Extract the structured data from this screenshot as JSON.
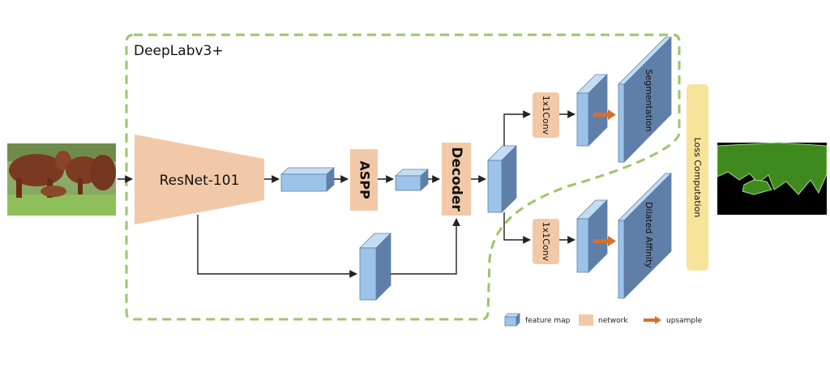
{
  "title": "DeepLabv3+",
  "blocks": {
    "backbone": "ResNet-101",
    "aspp": "ASPP",
    "decoder": "Decoder",
    "conv_top": "1x1Conv",
    "conv_bottom": "1x1Conv",
    "segmentation": "Segmentation",
    "affinity": "Dilated Affinity",
    "loss": "Loss Computation"
  },
  "legend": {
    "feature_map": "feature map",
    "network": "network",
    "upsample": "upsample"
  },
  "colors": {
    "network": "#f2c9a8",
    "feature_front": "#9cc4e8",
    "feature_side": "#5f7fa8",
    "feature_top": "#c4ddf3",
    "dashed_border": "#9cc56a",
    "loss": "#f8e39a",
    "upsample": "#d6702a",
    "arrow": "#222222",
    "mask_green": "#3f8a1e"
  }
}
